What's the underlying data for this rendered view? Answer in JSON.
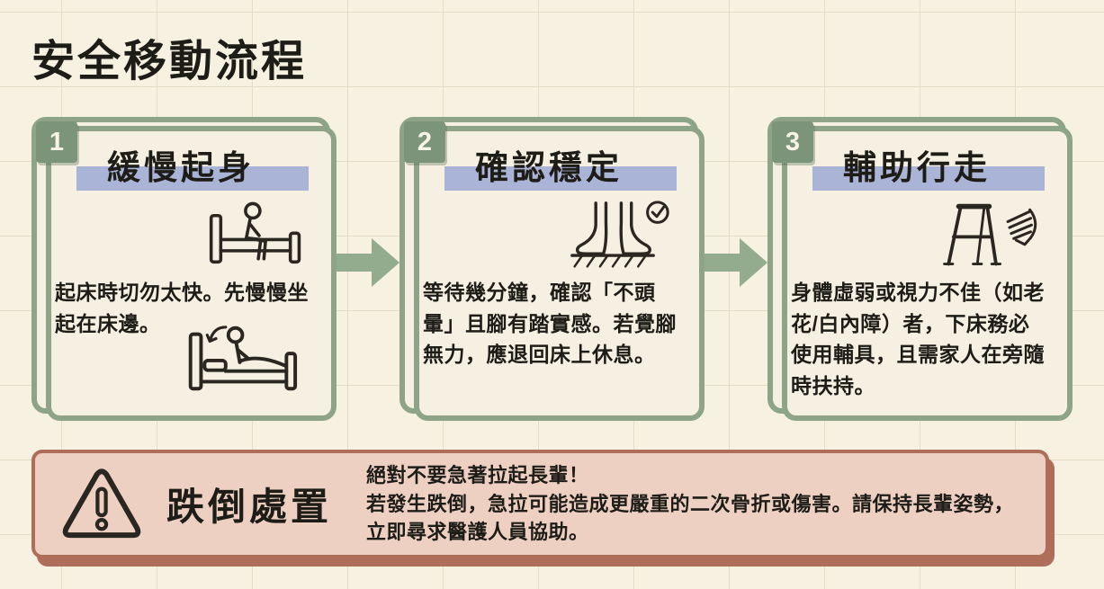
{
  "page": {
    "title": "安全移動流程"
  },
  "colors": {
    "background": "#f6f1e1",
    "grid_line": "#e3dcc6",
    "card_bg": "#f5f0e1",
    "card_border": "#8da489",
    "badge_bg": "#7b947a",
    "badge_text": "#f7f4e8",
    "banner": "#a9b4d7",
    "arrow": "#93ac8e",
    "text": "#1e1c17",
    "warning_bg": "#edd0c2",
    "warning_border": "#ae6e59",
    "icon_stroke": "#2a2620"
  },
  "cards": [
    {
      "number": "1",
      "title": "緩慢起身",
      "body": "起床時切勿太快。先慢慢坐起在床邊。",
      "icons": [
        "person-sitting-on-bed-edge",
        "person-sitting-up-in-bed-with-arrow"
      ]
    },
    {
      "number": "2",
      "title": "確認穩定",
      "body": "等待幾分鐘，確認「不頭暈」且腳有踏實感。若覺腳無力，應退回床上休息。",
      "icons": [
        "bare-feet-on-ground-with-checkmark"
      ]
    },
    {
      "number": "3",
      "title": "輔助行走",
      "body": "身體虛弱或視力不佳（如老花/白內障）者，下床務必使用輔具，且需家人在旁隨時扶持。",
      "icons": [
        "walker-with-helping-hand"
      ]
    }
  ],
  "warning": {
    "icon": "warning-triangle",
    "title": "跌倒處置",
    "lead": "絕對不要急著拉起長輩！",
    "body": "若發生跌倒，急拉可能造成更嚴重的二次骨折或傷害。請保持長輩姿勢，立即尋求醫護人員協助。"
  }
}
